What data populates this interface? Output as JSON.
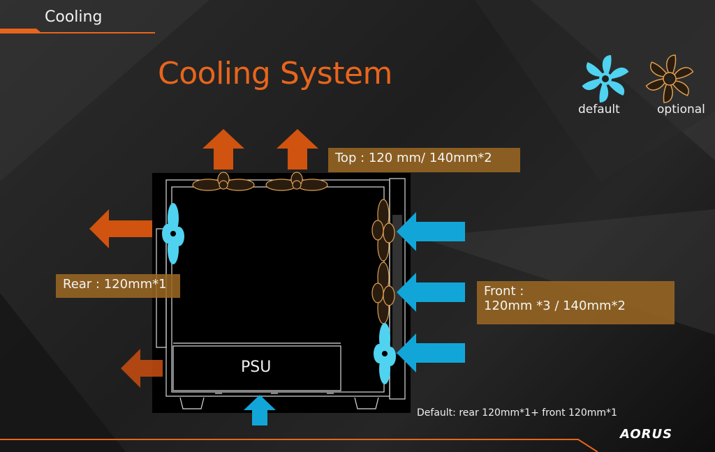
{
  "header": {
    "section_title": "Cooling",
    "accent_color": "#e8651c"
  },
  "main": {
    "title": "Cooling System"
  },
  "legend": {
    "items": [
      {
        "label": "default",
        "icon": "fan-icon-default",
        "color": "#4fd3f0"
      },
      {
        "label": "optional",
        "icon": "fan-icon-optional",
        "color": "#2a1d10"
      }
    ]
  },
  "labels": {
    "top": "Top : 120 mm/ 140mm*2",
    "rear": "Rear : 120mm*1",
    "front_line1": "Front :",
    "front_line2": "120mm *3 / 140mm*2",
    "psu": "PSU"
  },
  "footnote": "Default: rear 120mm*1+ front 120mm*1",
  "logo": "AORUS",
  "colors": {
    "exhaust_arrow": "#d0530f",
    "intake_arrow": "#12a6d8",
    "label_box": "#996622"
  }
}
